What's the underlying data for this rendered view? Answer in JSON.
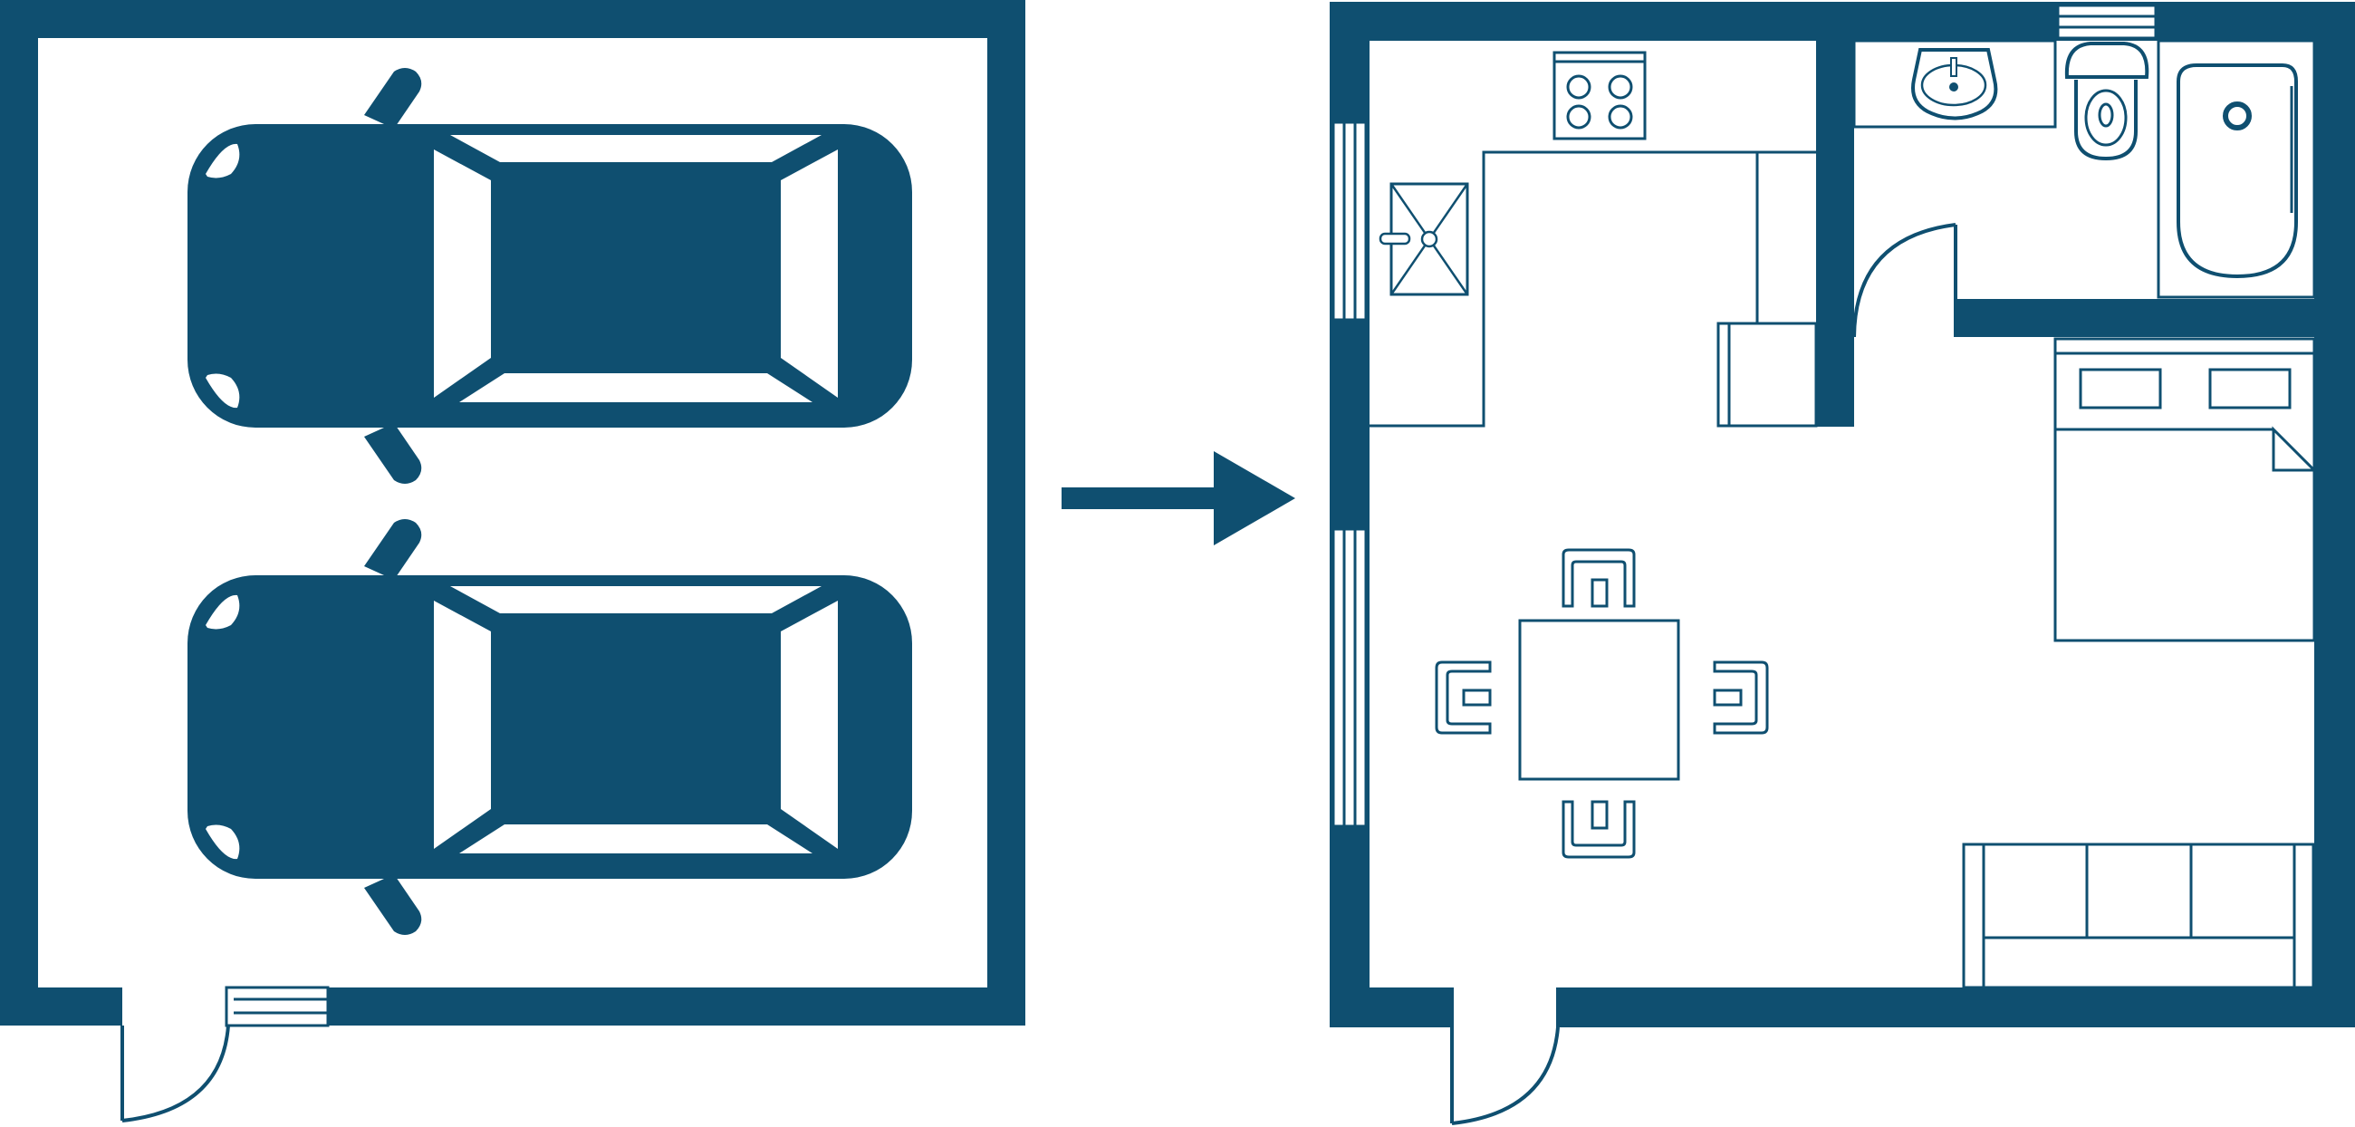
{
  "diagram": {
    "kind": "floor-plan-conversion",
    "panels": [
      {
        "id": "before",
        "name": "garage",
        "contents": [
          "car",
          "car",
          "window",
          "door"
        ]
      },
      {
        "id": "after",
        "name": "studio-apartment",
        "contents": [
          "kitchen-counter",
          "stove",
          "kitchen-sink",
          "fridge",
          "bathroom-sink",
          "toilet",
          "bathtub",
          "bathroom-door",
          "bed",
          "dining-table",
          "chair",
          "chair",
          "chair",
          "chair",
          "sofa",
          "window",
          "window",
          "window",
          "entry-door"
        ]
      }
    ],
    "connector": "arrow-right"
  },
  "colors": {
    "primary": "#0f4f70",
    "background": "#ffffff"
  }
}
